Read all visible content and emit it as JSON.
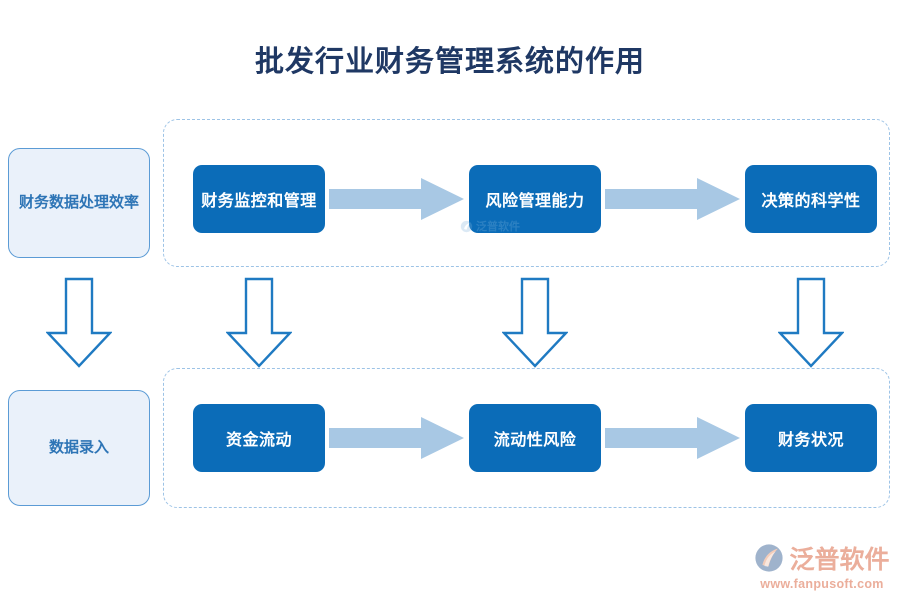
{
  "title": "批发行业财务管理系统的作用",
  "colors": {
    "title_text": "#1f3864",
    "process_box_fill": "#0b6cb8",
    "process_box_text": "#ffffff",
    "light_box_fill": "#eaf1fa",
    "light_box_border": "#5b9bd5",
    "light_box_text": "#2e75b6",
    "dashed_group_border": "#9dc3e6",
    "h_arrow_fill": "#a8c8e4",
    "v_arrow_stroke": "#1f7ac2",
    "v_arrow_fill": "#ffffff",
    "brand_color": "#e8a08a"
  },
  "side_boxes": [
    {
      "label": "财务数据处理效率"
    },
    {
      "label": "数据录入"
    }
  ],
  "rows": [
    {
      "name": "top-flow",
      "boxes": [
        {
          "label": "财务监控和管理"
        },
        {
          "label": "风险管理能力"
        },
        {
          "label": "决策的科学性"
        }
      ],
      "connectors": [
        {
          "type": "arrow-right"
        },
        {
          "type": "arrow-right"
        }
      ]
    },
    {
      "name": "bottom-flow",
      "boxes": [
        {
          "label": "资金流动"
        },
        {
          "label": "流动性风险"
        },
        {
          "label": "财务状况"
        }
      ],
      "connectors": [
        {
          "type": "arrow-right"
        },
        {
          "type": "arrow-right"
        }
      ]
    }
  ],
  "vertical_connectors": [
    {
      "type": "arrow-down"
    },
    {
      "type": "arrow-down"
    },
    {
      "type": "arrow-down"
    },
    {
      "type": "arrow-down"
    }
  ],
  "watermark": {
    "text": "泛普软件"
  },
  "brand": {
    "name": "泛普软件",
    "url": "www.fanpusoft.com"
  }
}
